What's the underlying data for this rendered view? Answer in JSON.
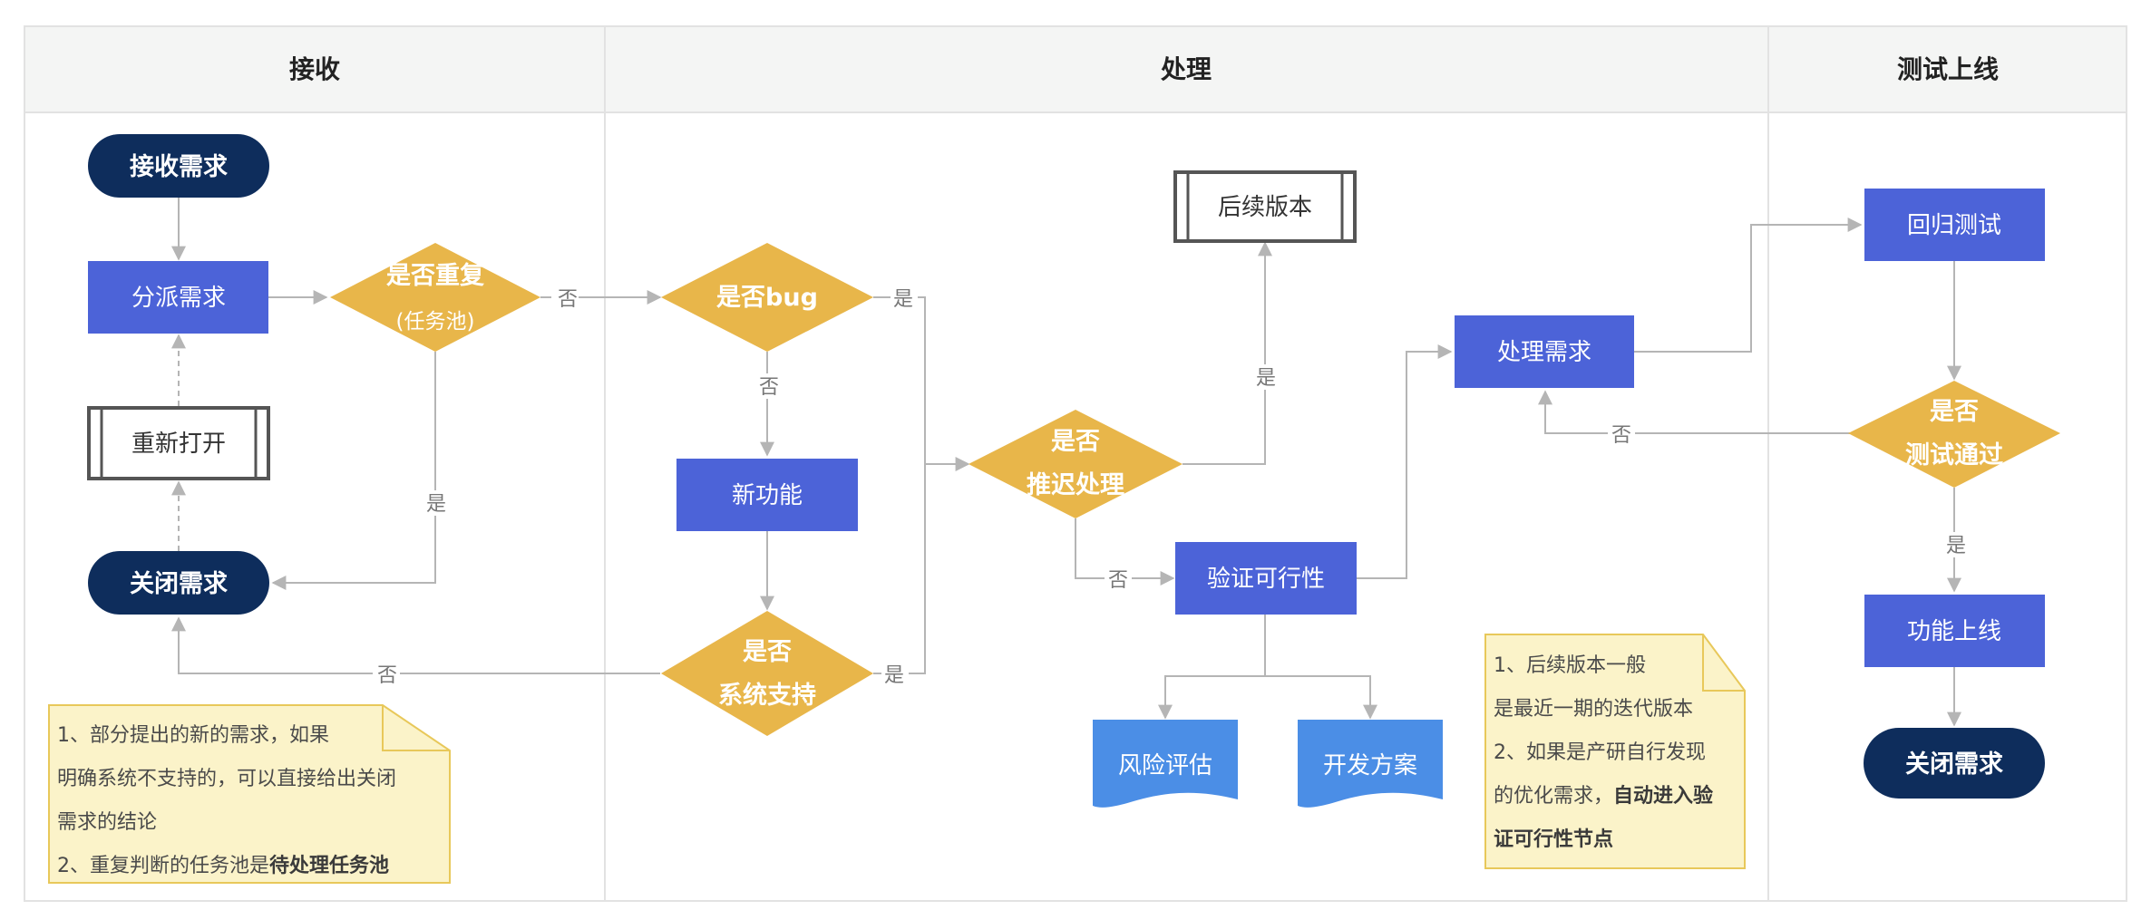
{
  "colors": {
    "terminal": "#0e2d5c",
    "process": "#4c63d8",
    "decision": "#e8b64a",
    "document": "#4b8ee6",
    "note_bg": "#fbf3c9",
    "note_border": "#e8c85a",
    "lane_header_bg": "#f4f5f4",
    "edge": "#b5b5b5"
  },
  "lanes": [
    {
      "title": "接收"
    },
    {
      "title": "处理"
    },
    {
      "title": "测试上线"
    }
  ],
  "nodes": {
    "receive": "接收需求",
    "assign": "分派需求",
    "dup_line1": "是否重复",
    "dup_line2": "(任务池)",
    "reopen": "重新打开",
    "close1": "关闭需求",
    "is_bug": "是否bug",
    "new_feature": "新功能",
    "sys_line1": "是否",
    "sys_line2": "系统支持",
    "delay_line1": "是否",
    "delay_line2": "推迟处理",
    "later_version": "后续版本",
    "verify": "验证可行性",
    "risk": "风险评估",
    "plan": "开发方案",
    "handle": "处理需求",
    "regress": "回归测试",
    "pass_line1": "是否",
    "pass_line2": "测试通过",
    "release": "功能上线",
    "close2": "关闭需求"
  },
  "edge_labels": {
    "dup_no": "否",
    "dup_yes": "是",
    "bug_yes": "是",
    "bug_no": "否",
    "sys_no": "否",
    "sys_yes": "是",
    "delay_yes": "是",
    "delay_no": "否",
    "pass_no": "否",
    "pass_yes": "是"
  },
  "notes": {
    "left": {
      "line1": "1、部分提出的新的需求，如果",
      "line2": "明确系统不支持的，可以直接给出关闭",
      "line3": "需求的结论",
      "line4_prefix": "2、重复判断的任务池是",
      "line4_bold": "待处理任务池"
    },
    "right": {
      "line1": "1、后续版本一般",
      "line2": "是最近一期的迭代版本",
      "line3": "2、如果是产研自行发现",
      "line4_prefix": "的优化需求，",
      "line4_bold": "自动进入验",
      "line5_bold": "证可行性节点"
    }
  }
}
